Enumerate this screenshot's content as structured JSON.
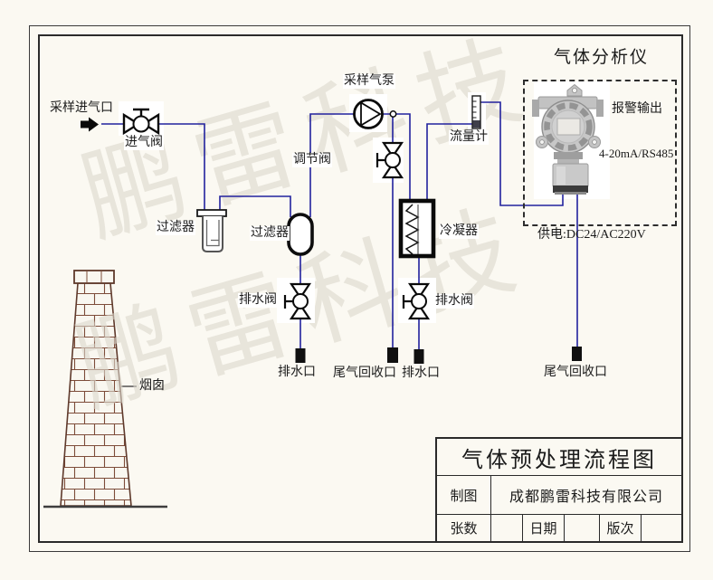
{
  "watermark": {
    "text": "鹏雷科技"
  },
  "flow_diagram": {
    "sampling_inlet": "采样进气口",
    "inlet_valve": "进气阀",
    "filter_top": "过滤器",
    "filter_mid": "过滤器",
    "pump": "采样气泵",
    "regulating_valve": "调节阀",
    "flow_meter": "流量计",
    "condenser": "冷凝器",
    "drain_valve_left": "排水阀",
    "drain_valve_right": "排水阀",
    "drain_port_left": "排水口",
    "tail_gas_port_mid": "尾气回收口",
    "drain_port_right": "排水口",
    "chimney": "烟囱"
  },
  "analyzer": {
    "title": "气体分析仪",
    "alarm_output": "报警输出",
    "signal": "4-20mA/RS485",
    "power": "供电:DC24/AC220V",
    "tail_gas_port": "尾气回收口"
  },
  "title_block": {
    "title": "气体预处理流程图",
    "drawn_by_label": "制图",
    "company": "成都鹏雷科技有限公司",
    "sheets_label": "张数",
    "date_label": "日期",
    "version_label": "版次"
  },
  "colors": {
    "pipe": "#22229e",
    "brick_mortar": "#7d4c39",
    "background": "#fbf9f2",
    "port_marker": "#101010"
  }
}
